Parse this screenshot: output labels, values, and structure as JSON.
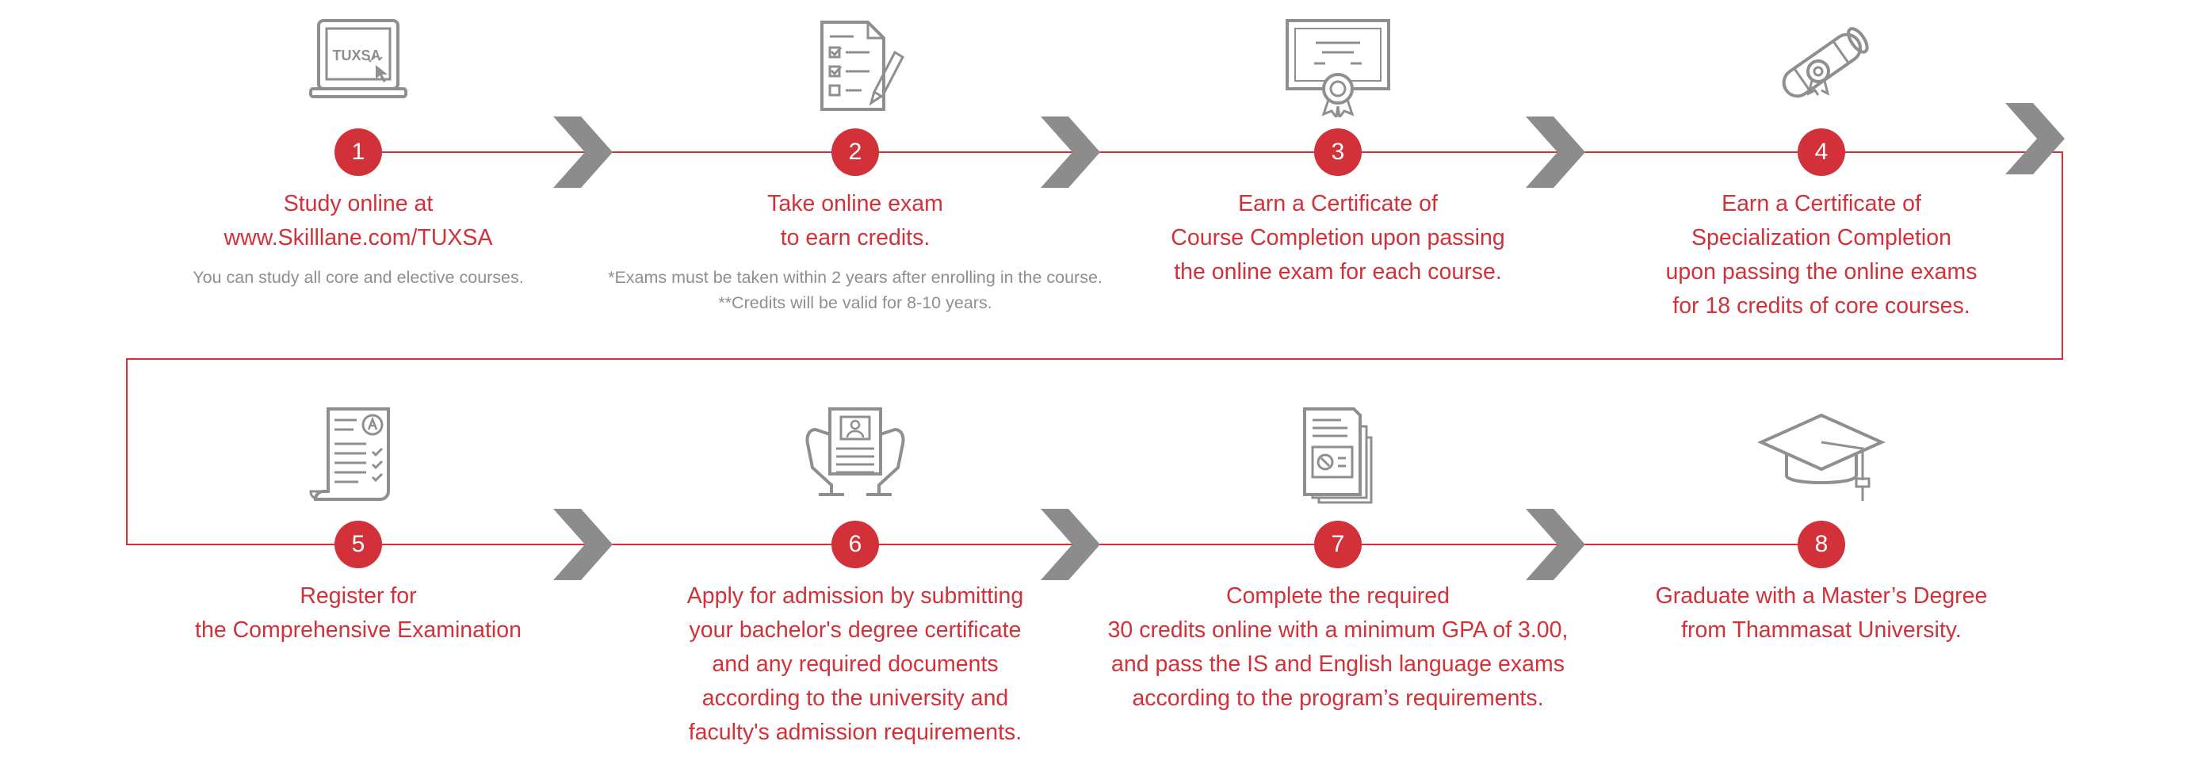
{
  "steps": [
    {
      "number": "1",
      "icon": "laptop-icon",
      "icon_text": "TUXSA",
      "title_lines": [
        "Study online at",
        "www.Skilllane.com/TUXSA"
      ],
      "note_lines": [
        "You can study all core and elective courses."
      ]
    },
    {
      "number": "2",
      "icon": "exam-checklist-icon",
      "title_lines": [
        "Take online exam",
        "to earn credits."
      ],
      "note_lines": [
        "*Exams must be taken within 2 years after enrolling in the course.",
        "**Credits will be valid for 8-10 years."
      ]
    },
    {
      "number": "3",
      "icon": "certificate-icon",
      "title_lines": [
        "Earn a Certificate of",
        "Course Completion upon passing",
        "the online exam for each course."
      ],
      "note_lines": []
    },
    {
      "number": "4",
      "icon": "diploma-scroll-icon",
      "title_lines": [
        "Earn a Certificate of",
        "Specialization Completion",
        "upon passing the online exams",
        "for 18 credits of core courses."
      ],
      "note_lines": []
    },
    {
      "number": "5",
      "icon": "graded-test-icon",
      "title_lines": [
        "Register for",
        "the Comprehensive Examination"
      ],
      "note_lines": []
    },
    {
      "number": "6",
      "icon": "hands-holding-document-icon",
      "title_lines": [
        "Apply for admission by submitting",
        "your bachelor's degree certificate",
        "and any required documents",
        "according to the university and",
        "faculty's admission requirements."
      ],
      "note_lines": []
    },
    {
      "number": "7",
      "icon": "report-documents-icon",
      "title_lines": [
        "Complete the required",
        "30 credits online with a minimum GPA of 3.00,",
        "and pass the IS and English language exams",
        "according to the program’s requirements."
      ],
      "note_lines": []
    },
    {
      "number": "8",
      "icon": "graduation-cap-icon",
      "title_lines": [
        "Graduate with a Master’s Degree",
        "from Thammasat University."
      ],
      "note_lines": []
    }
  ],
  "colors": {
    "accent": "#d2313a",
    "icon": "#8f8f8f",
    "chevron": "#8c8c8c",
    "note": "#8f8f8f"
  }
}
